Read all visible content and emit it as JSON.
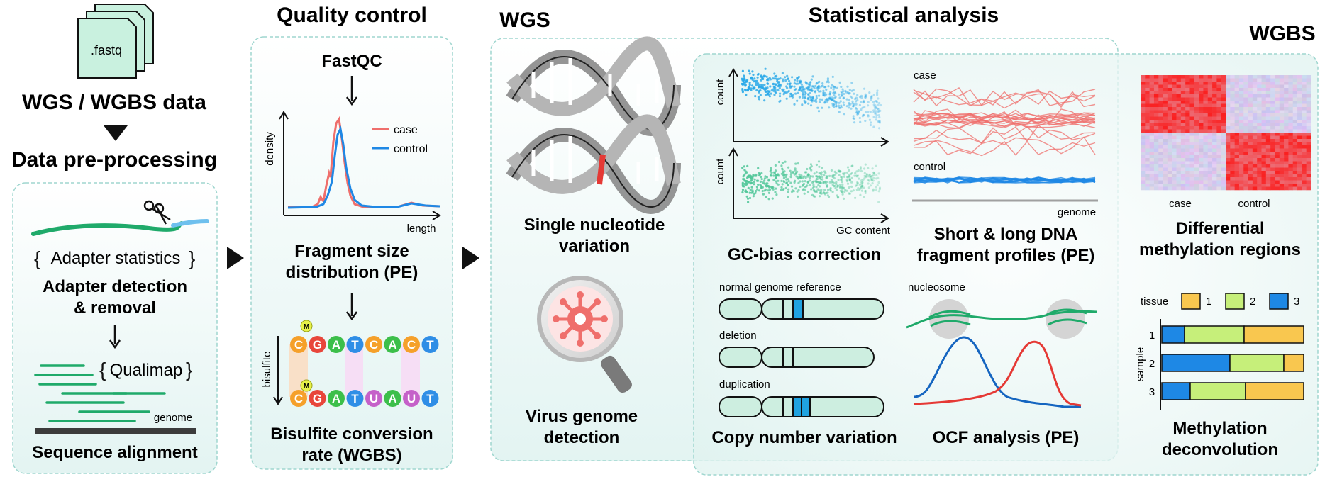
{
  "input": {
    "file_label": ".fastq",
    "data_title": "WGS / WGBS data",
    "preprocessing_title": "Data pre-processing"
  },
  "preprocessing": {
    "adapter_tool": "Adapter statistics",
    "adapter_step_line1": "Adapter detection",
    "adapter_step_line2": "& removal",
    "alignment_tool": "Qualimap",
    "genome_label": "genome",
    "alignment_step": "Sequence alignment"
  },
  "quality_control": {
    "title": "Quality control",
    "tool": "FastQC",
    "ylabel": "density",
    "xlabel": "length",
    "legend": [
      {
        "label": "case",
        "color": "#ef6f6c"
      },
      {
        "label": "control",
        "color": "#1f88e5"
      }
    ],
    "fragment_title_line1": "Fragment size",
    "fragment_title_line2": "distribution (PE)",
    "bisulfite_label": "bisulfite",
    "methyl_mark": "M",
    "seq_top": [
      "C",
      "G",
      "A",
      "T",
      "C",
      "A",
      "C",
      "T"
    ],
    "seq_bottom": [
      "C",
      "G",
      "A",
      "T",
      "U",
      "A",
      "U",
      "T"
    ],
    "base_colors": {
      "C": "#f5a02a",
      "G": "#e8463b",
      "A": "#3cbf4a",
      "T": "#2f8ee6",
      "U": "#c561c9"
    },
    "bisulfite_title_line1": "Bisulfite conversion",
    "bisulfite_title_line2": "rate (WGBS)"
  },
  "wgs": {
    "title": "WGS",
    "snv_line1": "Single nucleotide",
    "snv_line2": "variation",
    "virus_line1": "Virus genome",
    "virus_line2": "detection"
  },
  "statistical": {
    "title": "Statistical analysis",
    "gc_ylabel_top": "count",
    "gc_ylabel_bottom": "count",
    "gc_xlabel": "GC content",
    "gc_title": "GC-bias correction",
    "profile_case": "case",
    "profile_control": "control",
    "profile_xlabel": "genome",
    "profile_title_line1": "Short & long DNA",
    "profile_title_line2": "fragment profiles (PE)",
    "cnv_labels": [
      "normal genome reference",
      "deletion",
      "duplication"
    ],
    "cnv_title": "Copy number variation",
    "nucleosome_label": "nucleosome",
    "ocf_title": "OCF analysis (PE)"
  },
  "wgbs": {
    "title": "WGBS",
    "heatmap_case": "case",
    "heatmap_control": "control",
    "dmr_title_line1": "Differential",
    "dmr_title_line2": "methylation regions",
    "tissue_label": "tissue",
    "tissue_legend": [
      {
        "label": "1",
        "color": "#f9c74f"
      },
      {
        "label": "2",
        "color": "#c6ef7a"
      },
      {
        "label": "3",
        "color": "#1e88e5"
      }
    ],
    "sample_label": "sample",
    "samples": [
      {
        "label": "1",
        "fractions": [
          0.42,
          0.42,
          0.16
        ]
      },
      {
        "label": "2",
        "fractions": [
          0.14,
          0.38,
          0.48
        ]
      },
      {
        "label": "3",
        "fractions": [
          0.41,
          0.39,
          0.2
        ]
      }
    ],
    "deconv_title_line1": "Methylation",
    "deconv_title_line2": "deconvolution"
  },
  "colors": {
    "panel_fill": "#e7f6f4",
    "panel_stroke": "#9fd6cf",
    "case": "#ef6f6c",
    "control": "#1f88e5",
    "green_read": "#1faa6a",
    "adapter": "#6ec0ee"
  }
}
